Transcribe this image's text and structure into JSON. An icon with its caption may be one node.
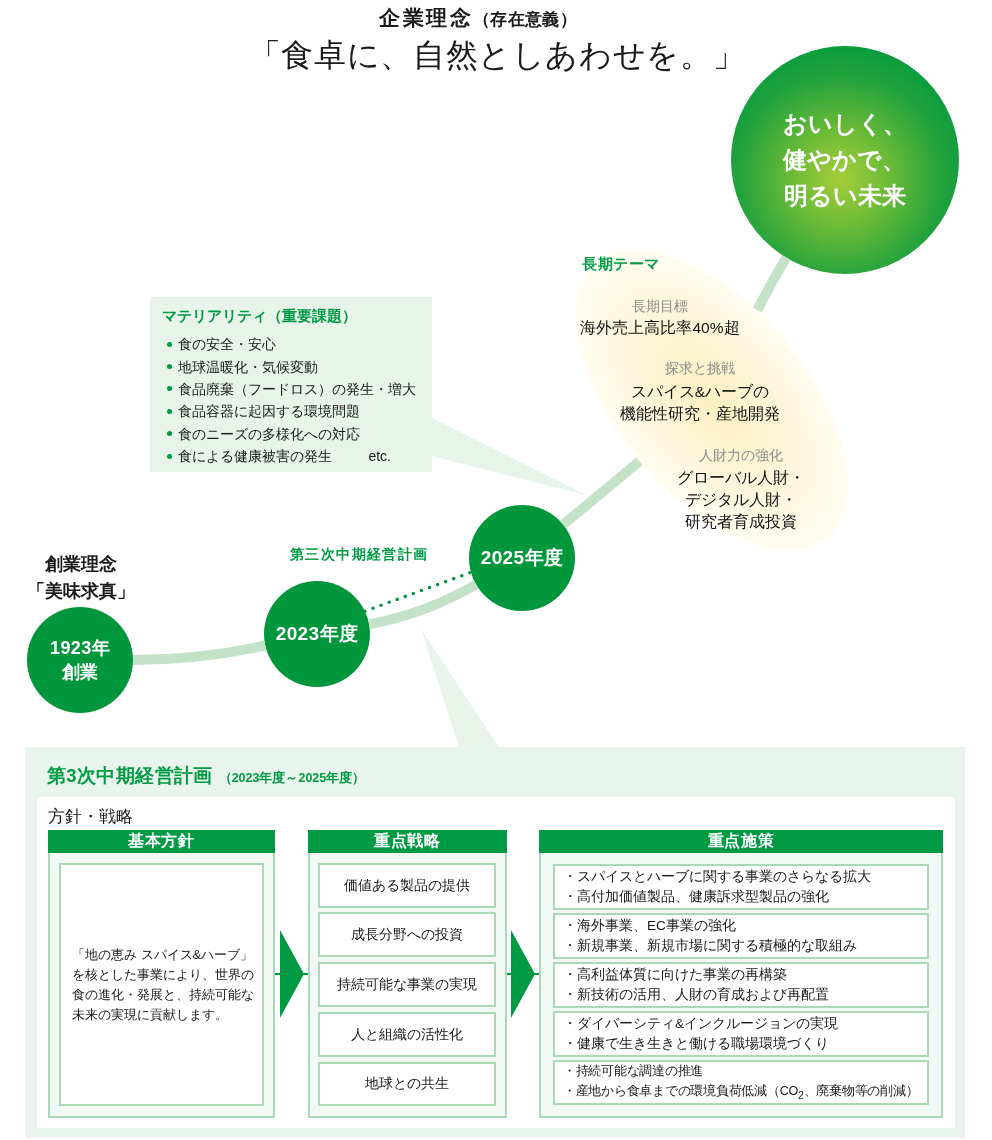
{
  "diagram": {
    "title": "「食卓に、自然としあわせを。」",
    "nodes": [
      {
        "text": [
          "おいしく、健やかで、明るい未来"
        ]
      },
      {
        "text": [
          "長期テーマ",
          "長期目標",
          "海外売上高比率40%超",
          "探求と挑戦",
          "スパイス&ハーブの機能性研究・産地開発",
          "人財力の強化",
          "グローバル人財・デジタル人財・研究者育成投資"
        ]
      },
      {
        "text": [
          "マテリアリティ（重要課題）",
          "食の安全・安心",
          "地球温暖化・気候変動",
          "食品廃棄（フードロス）の発生・増大",
          "食品容器に起因する環境問題",
          "食のニーズの多様化への対応",
          "食による健康被害の発生",
          "etc."
        ]
      },
      {
        "text": [
          "1923年創業"
        ],
        "beside": [
          "創業理念",
          "「美味求真」"
        ]
      },
      {
        "text": [
          "2023年度"
        ]
      },
      {
        "text": [
          "2025年度"
        ]
      },
      {
        "text": [
          "第3次中期経営計画",
          "（2023年度～2025年度）"
        ]
      },
      {
        "text": [
          "方針・戦略"
        ],
        "in": 6
      },
      {
        "text": [
          "基本方針"
        ],
        "in": 7
      },
      {
        "text": [
          "「地の恵み スパイス&ハーブ」を核とした事業により、世界の食の進化・発展と、持続可能な未来の実現に貢献します。"
        ],
        "in": 8
      },
      {
        "text": [
          "重点戦略"
        ],
        "in": 7
      },
      {
        "text": [
          "価値ある製品の提供"
        ],
        "in": 10
      },
      {
        "text": [
          "成長分野への投資"
        ],
        "in": 10
      },
      {
        "text": [
          "持続可能な事業の実現"
        ],
        "in": 10
      },
      {
        "text": [
          "人と組織の活性化"
        ],
        "in": 10
      },
      {
        "text": [
          "地球との共生"
        ],
        "in": 10
      },
      {
        "text": [
          "重点施策"
        ],
        "in": 7
      },
      {
        "text": [
          "・スパイスとハーブに関する事業のさらなる拡大",
          "・高付加価値製品、健康訴求型製品の強化"
        ],
        "in": 16
      },
      {
        "text": [
          "・海外事業、EC事業の強化",
          "・新規事業、新規市場に関する積極的な取組み"
        ],
        "in": 16
      },
      {
        "text": [
          "・高利益体質に向けた事業の再構築",
          "・新技術の活用、人財の育成および再配置"
        ],
        "in": 16
      },
      {
        "text": [
          "・ダイバーシティ&インクルージョンの実現",
          "・健康で生き生きと働ける職場環境づくり"
        ],
        "in": 16
      },
      {
        "text": [
          "・持続可能な調達の推進",
          "・産地から食卓までの環境負荷低減（CO$_{2}$、廃棄物等の削減）"
        ],
        "in": 16
      }
    ],
    "edges": [
      {
        "from": 3,
        "to": 4,
        "arrow": "none"
      },
      {
        "from": 4,
        "to": 5,
        "arrow": "none"
      },
      {
        "from": 4,
        "to": 5,
        "arrow": "none",
        "style": "dashed",
        "color": "#009a44",
        "label": "第三次中期経営計画"
      },
      {
        "from": 5,
        "to": 1,
        "arrow": "none"
      },
      {
        "from": 1,
        "to": 0,
        "arrow": "none"
      },
      {
        "from": 8,
        "to": 10,
        "arrow": "to",
        "color": "#009a44"
      },
      {
        "from": 10,
        "to": 16,
        "arrow": "to",
        "color": "#009a44"
      },
      {
        "from": 2,
        "to": null,
        "arrow": "to",
        "color": "#e8f3ea"
      },
      {
        "from": 6,
        "to": null,
        "arrow": "to",
        "color": "#e8f3ea"
      }
    ],
    "labels": [
      "企業理念",
      "（存在意義）"
    ]
  }
}
